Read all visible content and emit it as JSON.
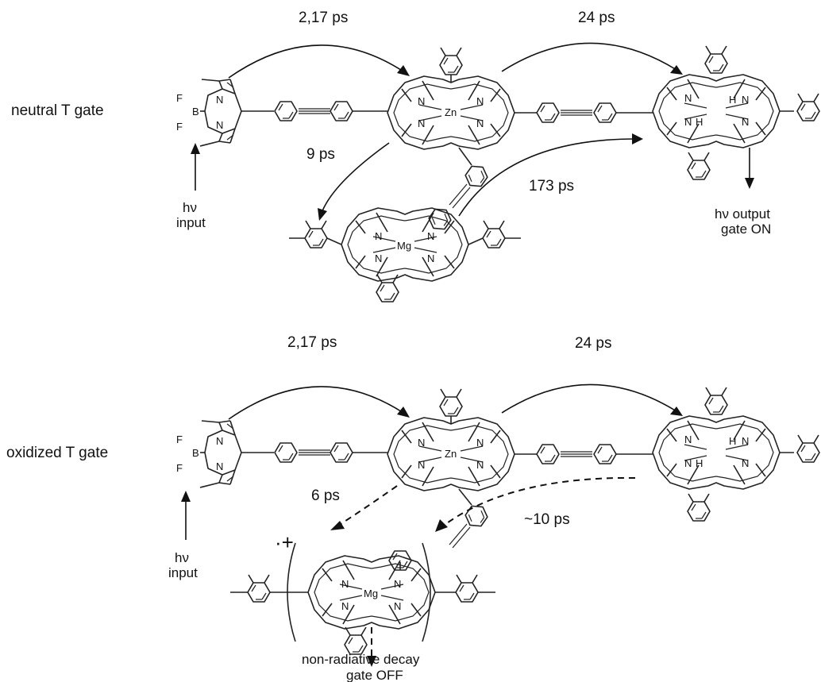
{
  "top_panel": {
    "state_label": "neutral T gate",
    "rate_bodipy_to_zn": "2,17 ps",
    "rate_zn_to_fb": "24 ps",
    "rate_zn_to_mg": "9 ps",
    "rate_mg_to_fb": "173 ps",
    "input_label_1": "hν",
    "input_label_2": "input",
    "output_label_1": "hν output",
    "output_label_2": "gate ON"
  },
  "bottom_panel": {
    "state_label": "oxidized T gate",
    "rate_bodipy_to_zn": "2,17 ps",
    "rate_zn_to_fb": "24 ps",
    "rate_zn_to_mg": "6 ps",
    "rate_fb_to_mg": "~10 ps",
    "input_label_1": "hν",
    "input_label_2": "input",
    "radical_cation": "·+",
    "output_label_1": "non-radiative decay",
    "output_label_2": "gate OFF"
  },
  "atoms": {
    "F": "F",
    "B": "B",
    "N": "N",
    "Zn": "Zn",
    "Mg": "Mg",
    "H": "H"
  }
}
